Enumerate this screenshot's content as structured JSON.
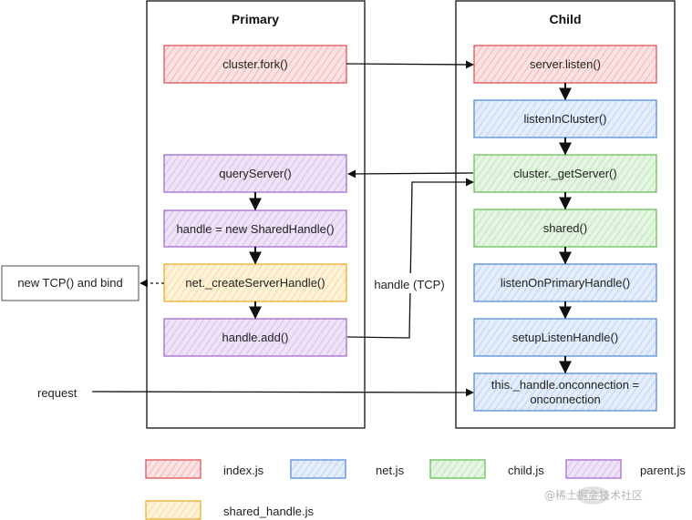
{
  "colors": {
    "index_js": {
      "fill": "#fbe3e3",
      "stroke": "#e05555",
      "hatch": "#f3a9a9"
    },
    "net_js": {
      "fill": "#e3edfb",
      "stroke": "#5b8ed8",
      "hatch": "#b3cdf0"
    },
    "child_js": {
      "fill": "#e4f5e1",
      "stroke": "#6cbf5e",
      "hatch": "#b6e0ad"
    },
    "parent_js": {
      "fill": "#efe3f7",
      "stroke": "#a46ccc",
      "hatch": "#d3b5e8"
    },
    "shared_handle_js": {
      "fill": "#fdf1d8",
      "stroke": "#eeae2c",
      "hatch": "#f6d691"
    }
  },
  "panels": {
    "primary_title": "Primary",
    "child_title": "Child"
  },
  "primary": {
    "fork": "cluster.fork()",
    "query_server": "queryServer()",
    "shared_handle": "handle = new SharedHandle()",
    "create_server_handle": "net._createServerHandle()",
    "handle_add": "handle.add()"
  },
  "child": {
    "server_listen": "server.listen()",
    "listen_in_cluster": "listenInCluster()",
    "get_server": "cluster._getServer()",
    "shared": "shared()",
    "listen_on_primary": "listenOnPrimaryHandle()",
    "setup_listen": "setupListenHandle()",
    "onconnection_line1": "this._handle.onconnection =",
    "onconnection_line2": "onconnection"
  },
  "external": {
    "tcp_bind": "new TCP() and bind",
    "handle_tcp": "handle (TCP)",
    "request": "request"
  },
  "legend": {
    "index_js": "index.js",
    "net_js": "net.js",
    "child_js": "child.js",
    "parent_js": "parent.js",
    "shared_handle_js": "shared_handle.js"
  },
  "watermark": "@稀土掘金技术社区"
}
